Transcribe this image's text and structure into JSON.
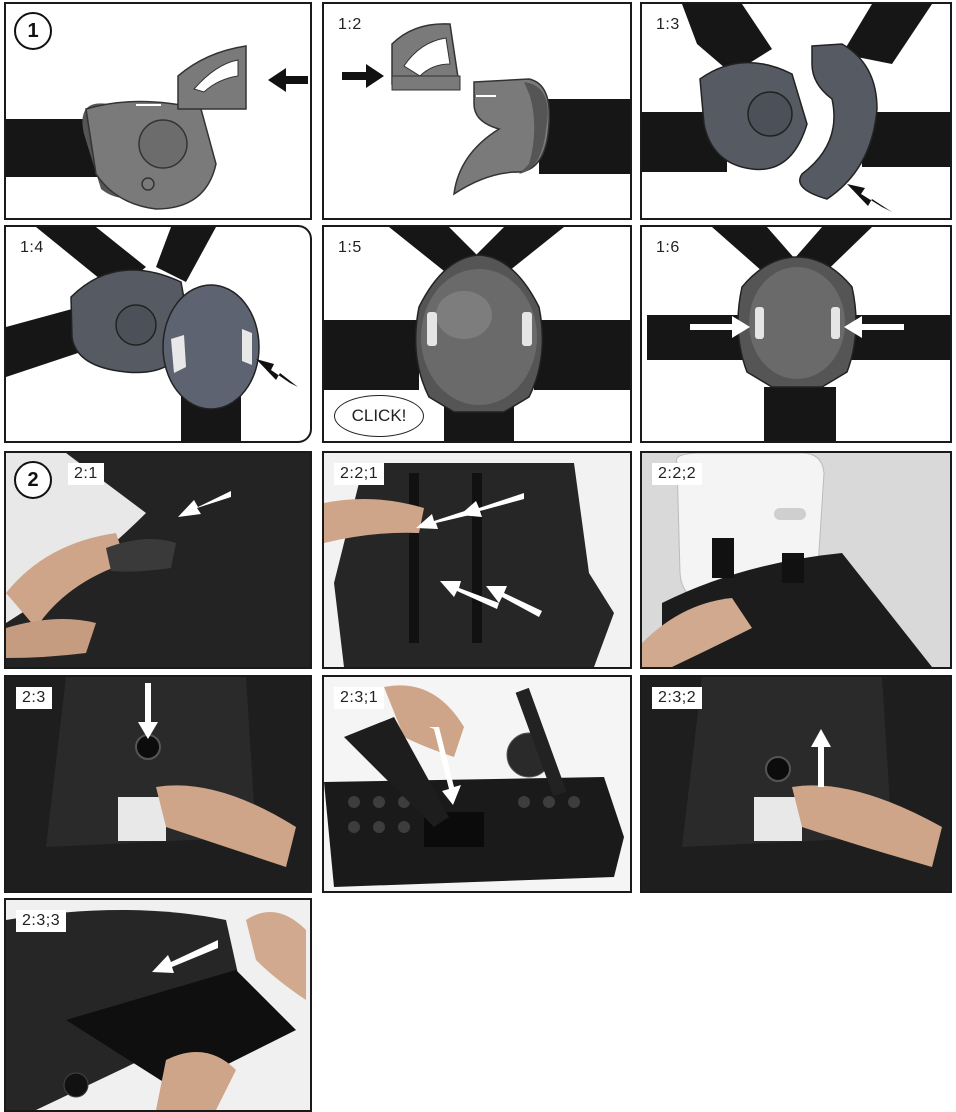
{
  "section1": {
    "number": "1",
    "panels": [
      {
        "label": ""
      },
      {
        "label": "1:2"
      },
      {
        "label": "1:3"
      },
      {
        "label": "1:4"
      },
      {
        "label": "1:5",
        "callout": "CLICK!"
      },
      {
        "label": "1:6"
      }
    ]
  },
  "section2": {
    "number": "2",
    "panels": [
      {
        "label": "2:1"
      },
      {
        "label": "2:2;1"
      },
      {
        "label": "2:2;2"
      },
      {
        "label": "2:3"
      },
      {
        "label": "2:3;1"
      },
      {
        "label": "2:3;2"
      },
      {
        "label": "2:3;3"
      }
    ]
  },
  "colors": {
    "strap": "#161616",
    "buckle_gray": "#7a7a7a",
    "buckle_dark": "#555a63",
    "photo_bg": "#1e1e1e",
    "arrow_dark": "#111111",
    "arrow_light": "#ffffff"
  }
}
